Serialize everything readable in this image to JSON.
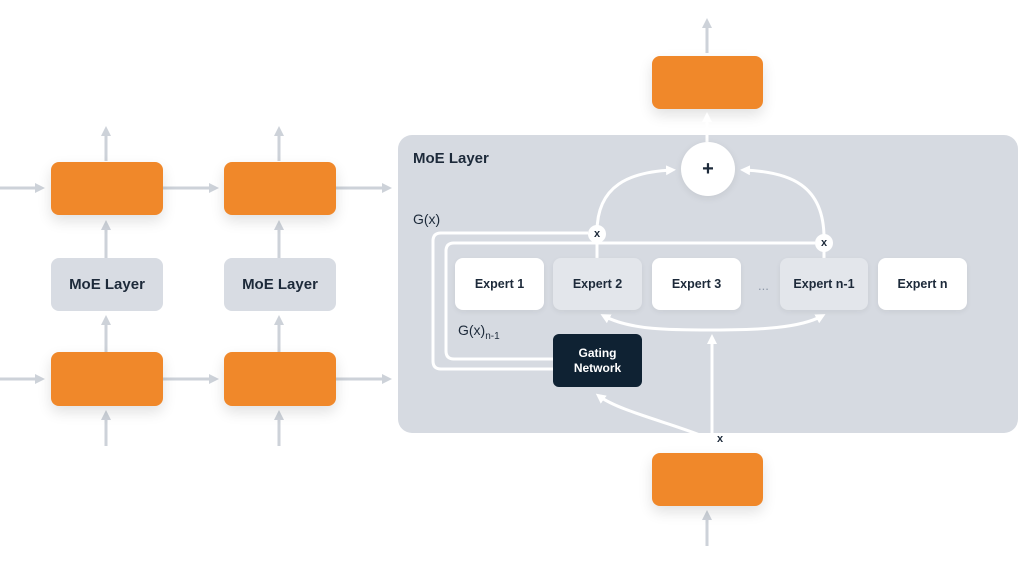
{
  "moe_layer_title": "MoE Layer",
  "left_blocks": {
    "moe_layer_1": "MoE Layer",
    "moe_layer_2": "MoE Layer"
  },
  "experts": [
    "Expert 1",
    "Expert 2",
    "Expert 3",
    "Expert n-1",
    "Expert n"
  ],
  "ellipsis": "...",
  "gating_network_line1": "Gating",
  "gating_network_line2": "Network",
  "gate_output_label": "G(x)",
  "gate_output_n1_base": "G(x)",
  "gate_output_n1_sub": "n-1",
  "sum_symbol": "+",
  "multiply_symbol": "x",
  "input_label": "x",
  "colors": {
    "orange": "#f0882a",
    "panel": "#d6dae1",
    "arrow_gray": "#cdd2d9",
    "arrow_white": "#ffffff",
    "gating": "#0f2233"
  }
}
